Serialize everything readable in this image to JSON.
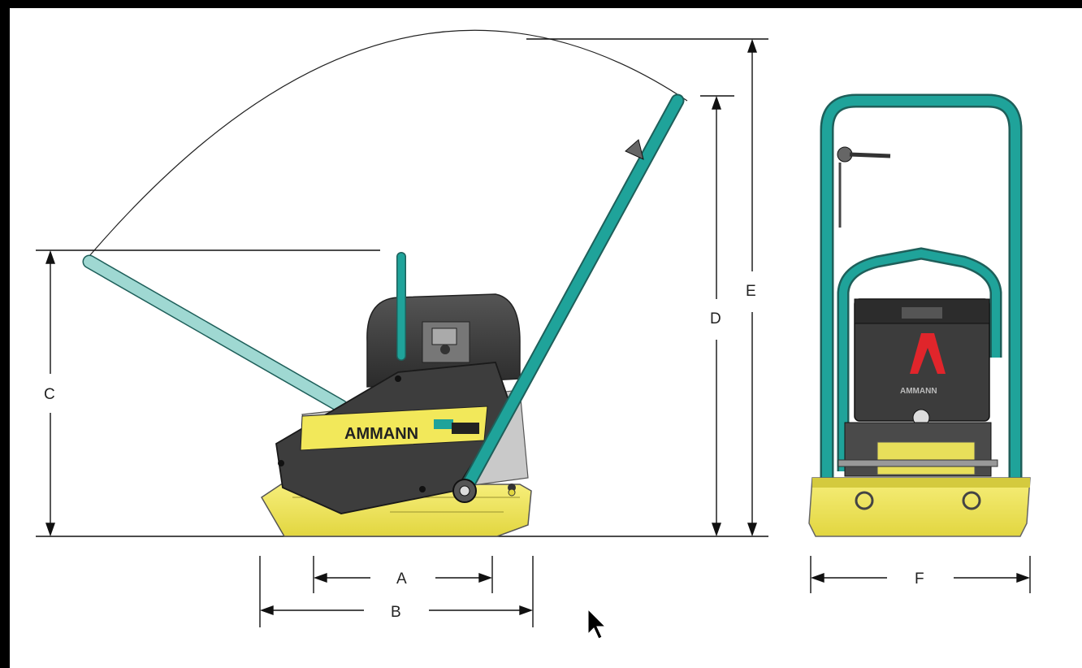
{
  "dimensions": {
    "A": "A",
    "B": "B",
    "C": "C",
    "D": "D",
    "E": "E",
    "F": "F"
  },
  "brand": {
    "side_logo": "AMMANN",
    "front_logo": "AMMANN"
  },
  "colors": {
    "handle_teal": "#1fa39a",
    "handle_light": "#9fd8d2",
    "base_yellow": "#f2e85a",
    "body_dark": "#3a3a3a",
    "logo_red": "#e0252b",
    "line": "#111111"
  },
  "icons": [
    "mouse-cursor-icon"
  ]
}
